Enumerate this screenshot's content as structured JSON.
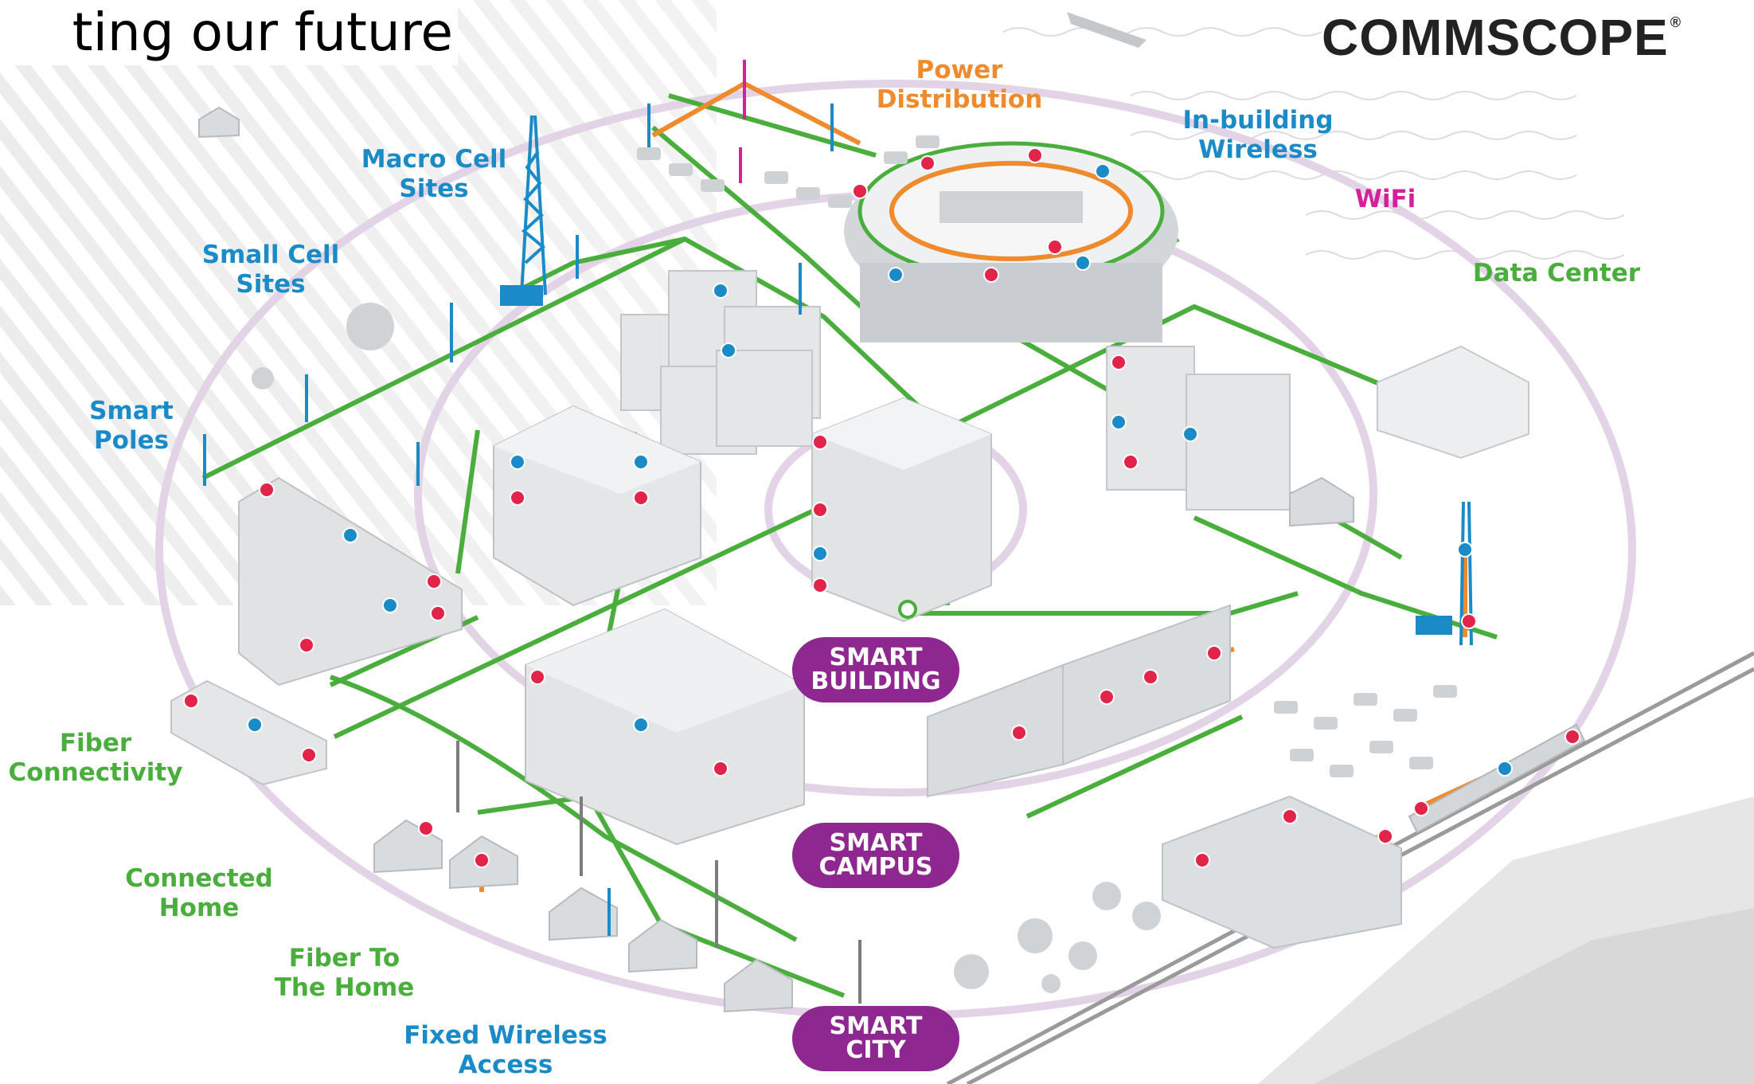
{
  "header": {
    "headline": "ting our future",
    "logo_text": "COMMSCOPE",
    "logo_mark": "®"
  },
  "labels": {
    "power_distribution": [
      "Power",
      "Distribution"
    ],
    "macro_cell_sites": [
      "Macro Cell",
      "Sites"
    ],
    "small_cell_sites": [
      "Small Cell",
      "Sites"
    ],
    "smart_poles": [
      "Smart",
      "Poles"
    ],
    "in_building_wireless": [
      "In-building",
      "Wireless"
    ],
    "wifi": "WiFi",
    "data_center": "Data Center",
    "fiber_connectivity": [
      "Fiber",
      "Connectivity"
    ],
    "connected_home": [
      "Connected",
      "Home"
    ],
    "fiber_to_the_home": [
      "Fiber To",
      "The Home"
    ],
    "fixed_wireless_access": [
      "Fixed Wireless",
      "Access"
    ]
  },
  "badges": {
    "smart_building": [
      "SMART",
      "BUILDING"
    ],
    "smart_campus": [
      "SMART",
      "CAMPUS"
    ],
    "smart_city": [
      "SMART",
      "CITY"
    ]
  },
  "colors": {
    "fiber_green": "#4aae3c",
    "cable_orange": "#ef8a2d",
    "node_red": "#e2234a",
    "node_blue": "#1b8bc8",
    "badge_purple": "#8e278f",
    "ring_lilac": "#e3d3e6",
    "label_blue": "#1b8bc8",
    "label_green": "#4aae3c",
    "label_orange": "#ef8a2d",
    "label_magenta": "#d6209a"
  }
}
